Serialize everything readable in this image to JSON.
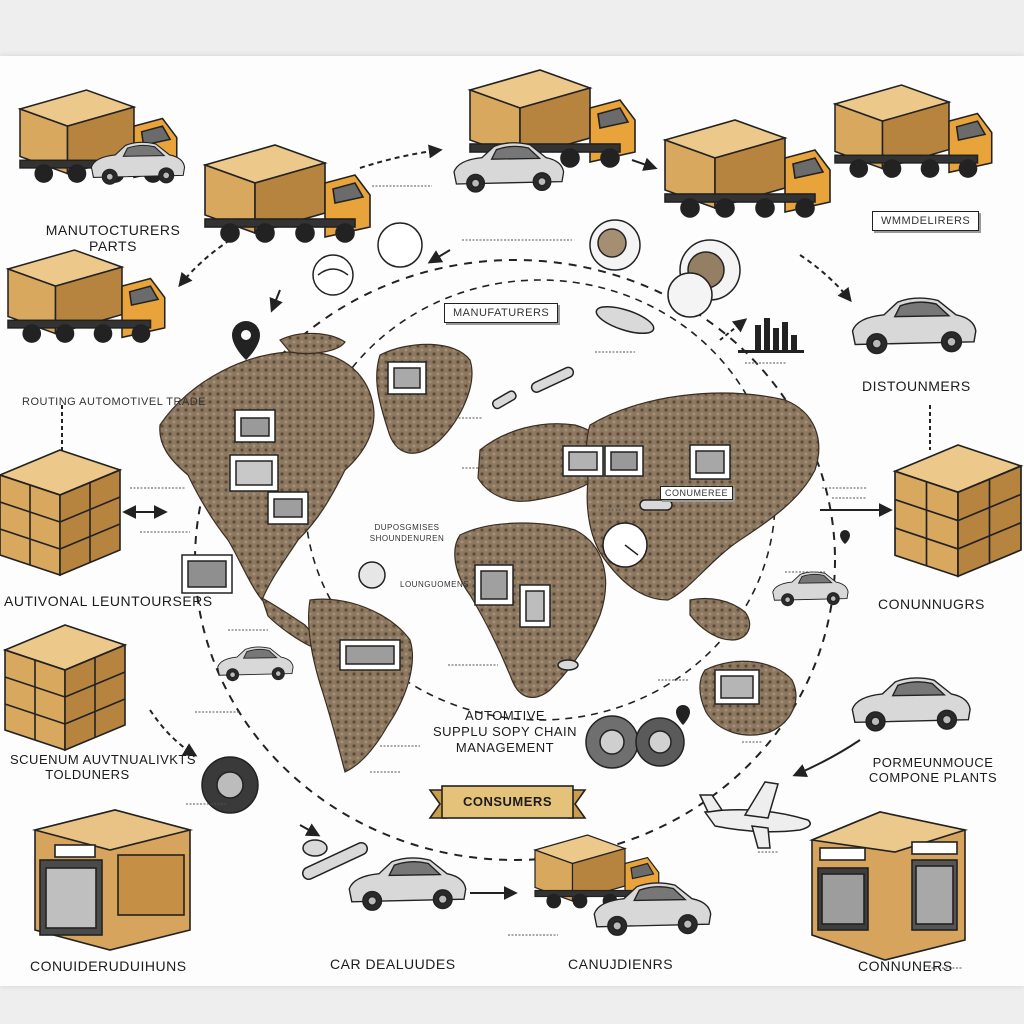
{
  "labels": {
    "manufacturers_parts": [
      "MANUTOCTURERS",
      "PARTS"
    ],
    "wholesalers_top": "WMMDELIRERS",
    "distributors_right": "DISTOUNMERS",
    "manufacturers_center": "MANUFATURERS",
    "intermodal_distributors": "AUTIVONAL LEUNTOURSERS",
    "consumers_right": "CONUNNUGRS",
    "retail_line": "ROUTING AUTOMOTIVEL TRADE",
    "suppliers_left": [
      "SCUENUM AUVTNUALIVKTS",
      "TOLDUNERS"
    ],
    "center_title": [
      "AUTOMTIVE",
      "SUPPLU SOPY CHAIN",
      "MANAGEMENT"
    ],
    "consumers_ribbon": "CONSUMERS",
    "component_plants": [
      "PORMEUNMOUCE",
      "COMPONE PLANTS"
    ],
    "bottom_left": "CONUIDERUDUIHUNS",
    "car_dealers": "CAR DEALUUDES",
    "bottom_consumers": "CANUJDIENRS",
    "bottom_right": "CONNUNERS",
    "map_label_1": "CONUMEREE",
    "map_label_2": "DUPOSGMISES SHOUNDENUREN",
    "map_label_3": "LOUNGUOMENS"
  },
  "colors": {
    "cardboard": "#d9a85f",
    "cardboard_dark": "#b78440",
    "truck_cab": "#e8a33a",
    "map_land": "#8a765e",
    "ribbon": "#e5c27a",
    "arrow": "#222222"
  },
  "icons": [
    "truck-icon",
    "car-icon",
    "box-stack-icon",
    "warehouse-icon",
    "map-pin-icon",
    "airplane-icon",
    "tire-icon",
    "bar-chart-icon",
    "globe-icon"
  ]
}
